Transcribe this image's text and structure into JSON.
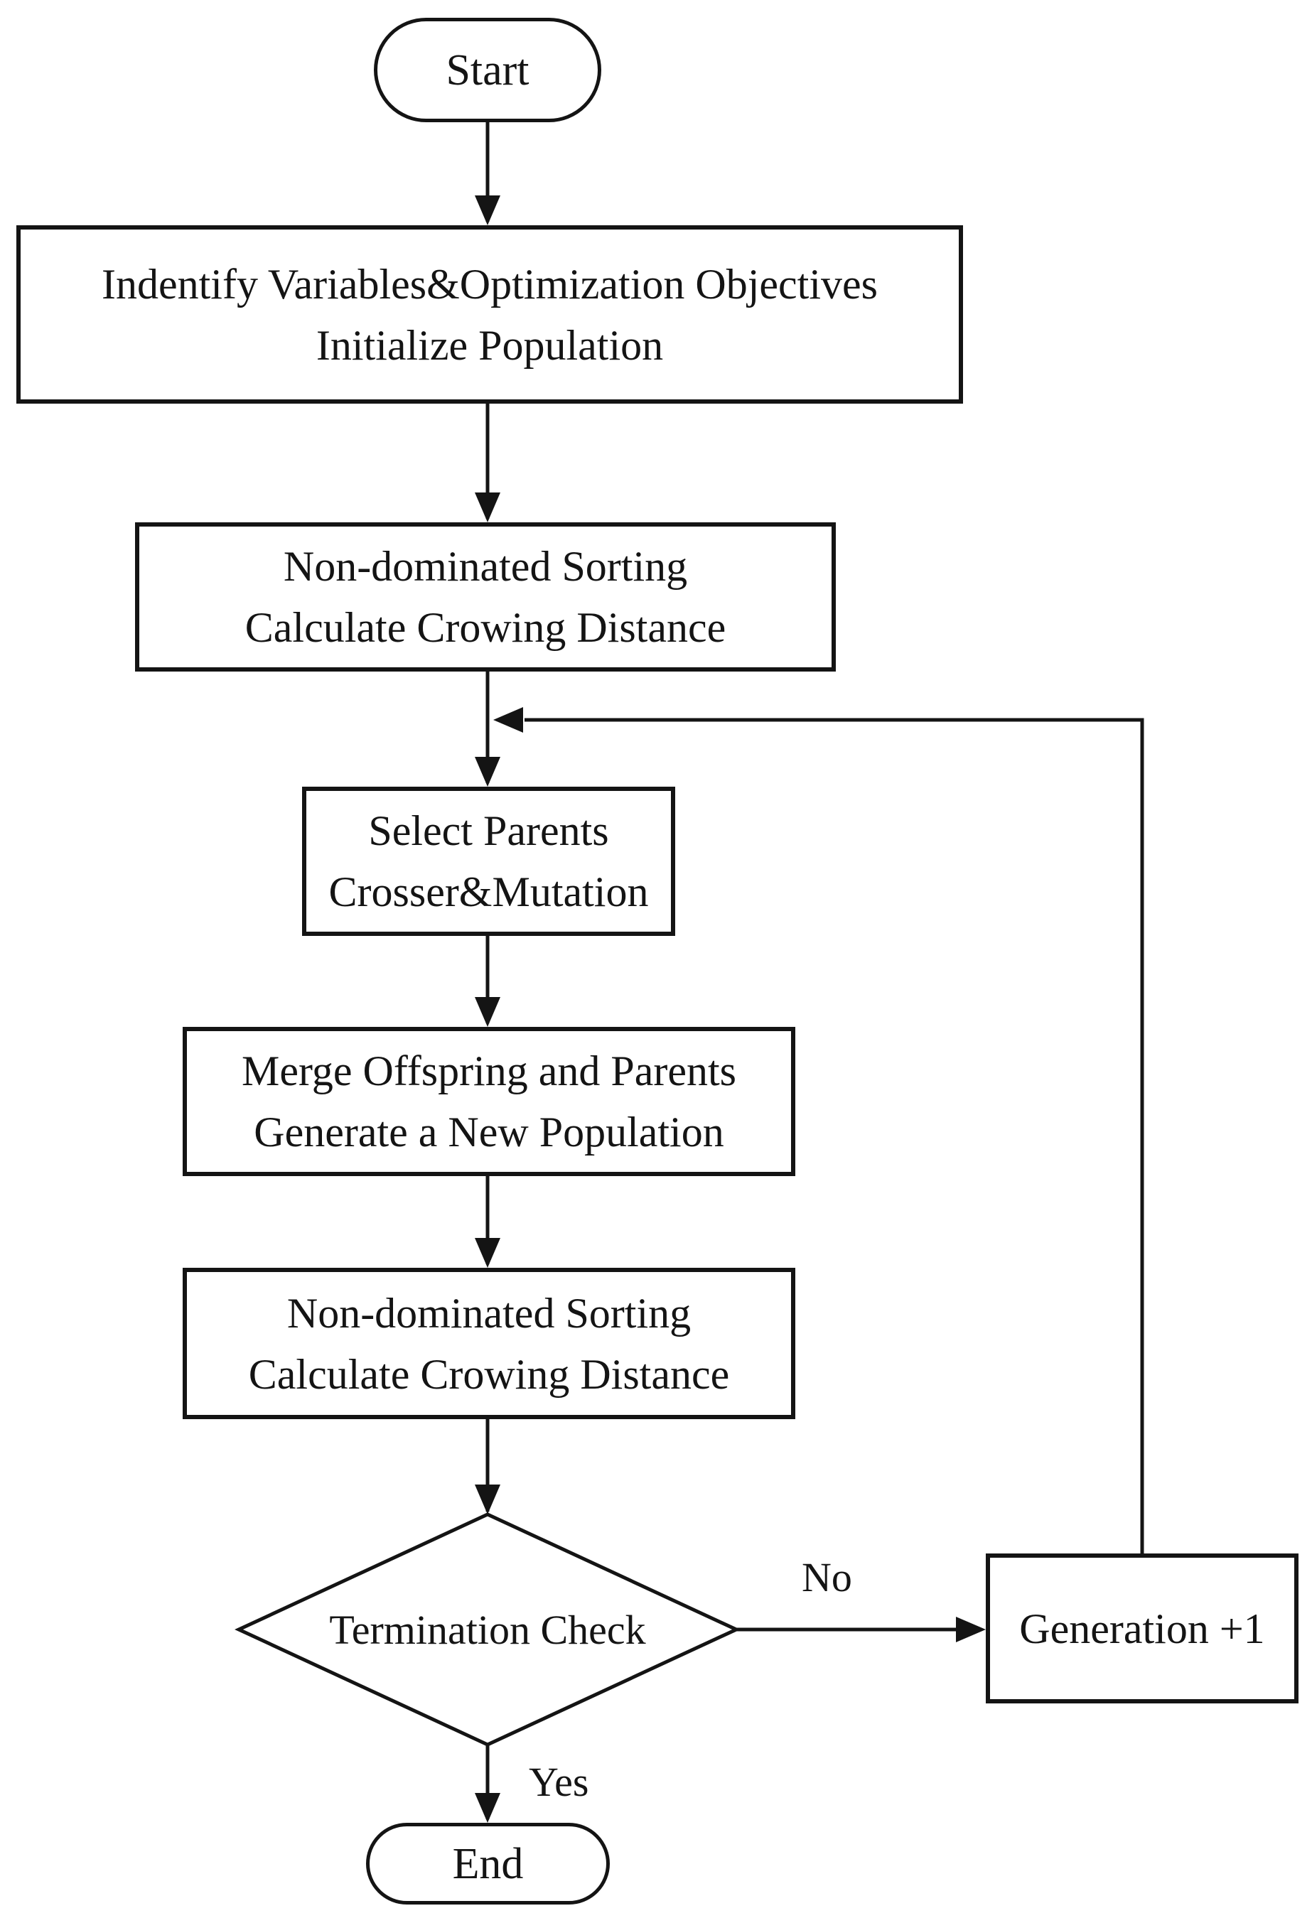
{
  "diagram": {
    "type": "flowchart",
    "nodes": {
      "start": {
        "shape": "terminator",
        "label": "Start"
      },
      "identify": {
        "shape": "process",
        "line1": "Indentify Variables&Optimization Objectives",
        "line2": "Initialize Population"
      },
      "sort1": {
        "shape": "process",
        "line1": "Non-dominated Sorting",
        "line2": "Calculate Crowing Distance"
      },
      "select": {
        "shape": "process",
        "line1": "Select Parents",
        "line2": "Crosser&Mutation"
      },
      "merge": {
        "shape": "process",
        "line1": "Merge Offspring and Parents",
        "line2": "Generate a New Population"
      },
      "sort2": {
        "shape": "process",
        "line1": "Non-dominated Sorting",
        "line2": "Calculate Crowing Distance"
      },
      "decision": {
        "shape": "decision",
        "label": "Termination Check"
      },
      "generation": {
        "shape": "process",
        "label": "Generation +1"
      },
      "end": {
        "shape": "terminator",
        "label": "End"
      }
    },
    "edge_labels": {
      "no": "No",
      "yes": "Yes"
    },
    "colors": {
      "ink": "#141414",
      "node_fill": "#ffffff",
      "background": "#ffffff"
    }
  }
}
